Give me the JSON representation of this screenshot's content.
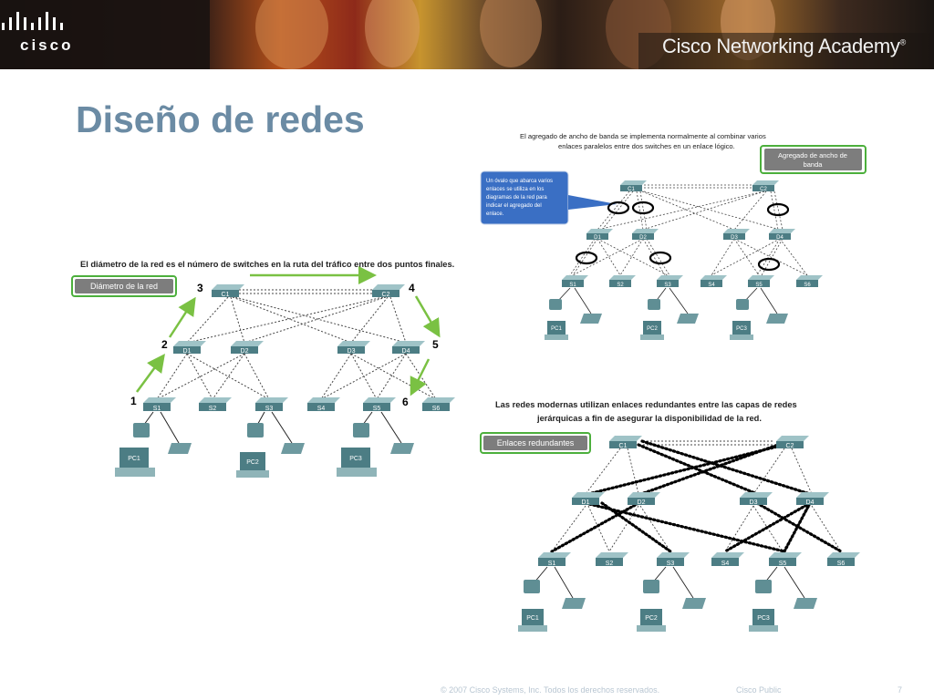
{
  "brand": {
    "logo_text": "cisco",
    "academy": "Cisco Networking Academy",
    "trademark": "®"
  },
  "slide": {
    "title": "Diseño de redes"
  },
  "panel_diameter": {
    "caption": "El diámetro de la red es el número de switches en la ruta del tráfico entre dos puntos finales.",
    "callout": "Diámetro de la red",
    "hop_numbers": [
      "1",
      "2",
      "3",
      "4",
      "5",
      "6"
    ]
  },
  "panel_aggregation": {
    "caption_line1": "El agregado de ancho de banda se implementa normalmente al combinar varios",
    "caption_line2": "enlaces paralelos entre dos switches en un enlace lógico.",
    "callout_line1": "Agregado de ancho de",
    "callout_line2": "banda",
    "note_lines": [
      "Un óvalo que abarca varios",
      "enlaces se utiliza en los",
      "diagramas de la red para",
      "indicar el agregado del",
      "enlace."
    ]
  },
  "panel_redundant": {
    "caption_line1": "Las redes modernas utilizan enlaces redundantes entre las capas de redes",
    "caption_line2": "jerárquicas a fin de asegurar la disponibilidad de la red.",
    "callout": "Enlaces redundantes"
  },
  "devices": {
    "core": [
      "C1",
      "C2"
    ],
    "distribution": [
      "D1",
      "D2",
      "D3",
      "D4"
    ],
    "access": [
      "S1",
      "S2",
      "S3",
      "S4",
      "S5",
      "S6"
    ],
    "pcs": [
      "PC1",
      "PC2",
      "PC3"
    ]
  },
  "footer": {
    "copyright": "© 2007 Cisco Systems, Inc. Todos los derechos reservados.",
    "classification": "Cisco Public",
    "page_number": "7"
  },
  "colors": {
    "title": "#6b8ba4",
    "switch": "#5f8e94",
    "arrow": "#7ac143",
    "callout_border": "#4caf3c",
    "callout_fill": "#8a8a8a",
    "note_fill": "#3a6fc4"
  }
}
